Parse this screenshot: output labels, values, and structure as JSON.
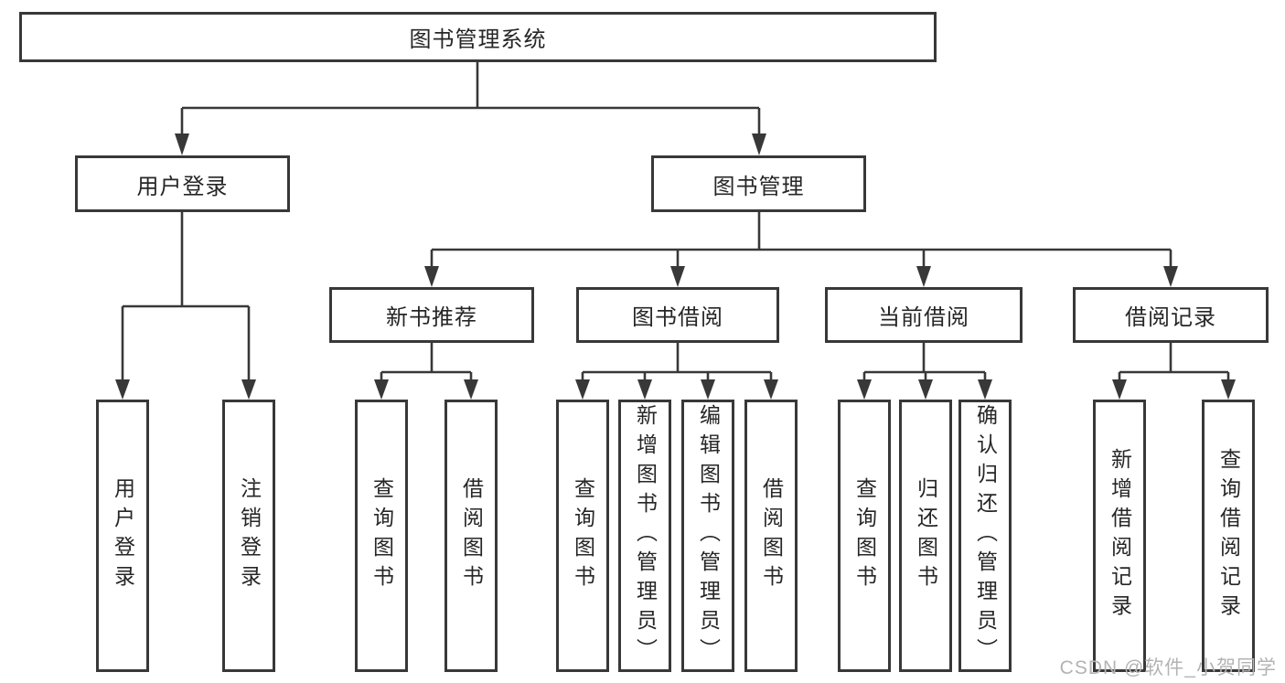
{
  "diagram_type": "functional-structure-tree",
  "colors": {
    "line": "#383838",
    "box_border": "#383838",
    "text": "#262626",
    "background": "#ffffff",
    "watermark": "#b3b3b3"
  },
  "watermark": {
    "text": "CSDN @软件_小贺同学"
  },
  "tree": {
    "root": {
      "label": "图书管理系统",
      "children": [
        {
          "label": "用户登录",
          "children": [
            {
              "label": "用户登录"
            },
            {
              "label": "注销登录"
            }
          ]
        },
        {
          "label": "图书管理",
          "children": [
            {
              "label": "新书推荐",
              "children": [
                {
                  "label": "查询图书"
                },
                {
                  "label": "借阅图书"
                }
              ]
            },
            {
              "label": "图书借阅",
              "children": [
                {
                  "label": "查询图书"
                },
                {
                  "label": "新增图书（管理员）"
                },
                {
                  "label": "编辑图书（管理员）"
                },
                {
                  "label": "借阅图书"
                }
              ]
            },
            {
              "label": "当前借阅",
              "children": [
                {
                  "label": "查询图书"
                },
                {
                  "label": "归还图书"
                },
                {
                  "label": "确认归还（管理员）"
                }
              ]
            },
            {
              "label": "借阅记录",
              "children": [
                {
                  "label": "新增借阅记录"
                },
                {
                  "label": "查询借阅记录"
                }
              ]
            }
          ]
        }
      ]
    }
  }
}
